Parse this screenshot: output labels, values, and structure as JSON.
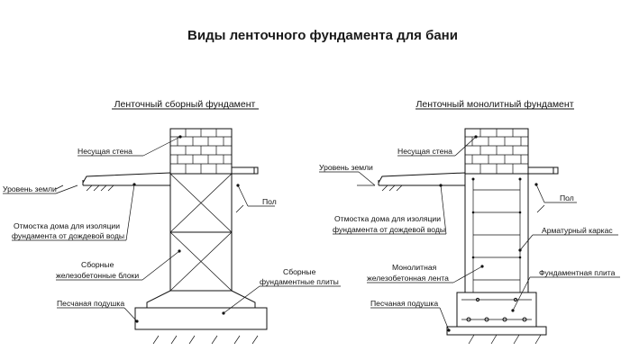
{
  "title": "Виды ленточного фундамента для бани",
  "left": {
    "subtitle": "Ленточный сборный фундамент",
    "labels": {
      "wall": "Несущая стена",
      "ground": "Уровень земли",
      "floor": "Пол",
      "blind_area_1": "Отмостка дома для изоляции",
      "blind_area_2": "фундамента от дождевой воды",
      "blocks_1": "Сборные",
      "blocks_2": "железобетонные блоки",
      "plates_1": "Сборные",
      "plates_2": "фундаментные плиты",
      "sand": "Песчаная подушка"
    }
  },
  "right": {
    "subtitle": "Ленточный монолитный фундамент",
    "labels": {
      "wall": "Несущая стена",
      "ground": "Уровень земли",
      "floor": "Пол",
      "blind_area_1": "Отмостка дома для изоляции",
      "blind_area_2": "фундамента от дождевой воды",
      "frame": "Арматурный каркас",
      "mono_1": "Монолитная",
      "mono_2": "железобетонная лента",
      "plate": "Фундаментная плита",
      "sand": "Песчаная подушка"
    }
  }
}
